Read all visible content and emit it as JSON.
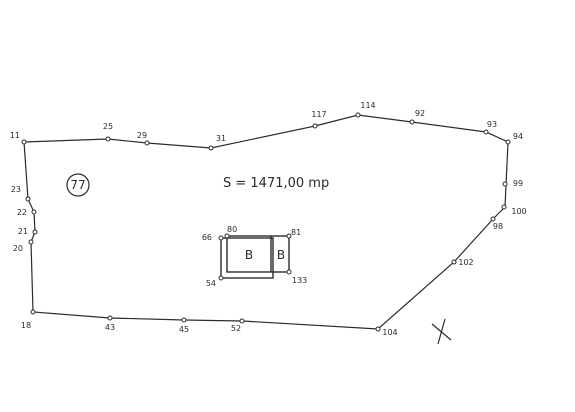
{
  "parcel": {
    "number": "77",
    "area_text": "S = 1471,00 mp",
    "point_ids": [
      "11",
      "25",
      "29",
      "31",
      "117",
      "114",
      "92",
      "93",
      "94",
      "99",
      "100",
      "98",
      "102",
      "104",
      "52",
      "45",
      "43",
      "18",
      "20",
      "21",
      "22",
      "23"
    ]
  },
  "building": {
    "point_ids": [
      "66",
      "80",
      "81",
      "133",
      "54"
    ],
    "label_left": "B",
    "label_right": "B"
  },
  "colors": {
    "line": "#2b2b2b",
    "background": "#ffffff"
  }
}
